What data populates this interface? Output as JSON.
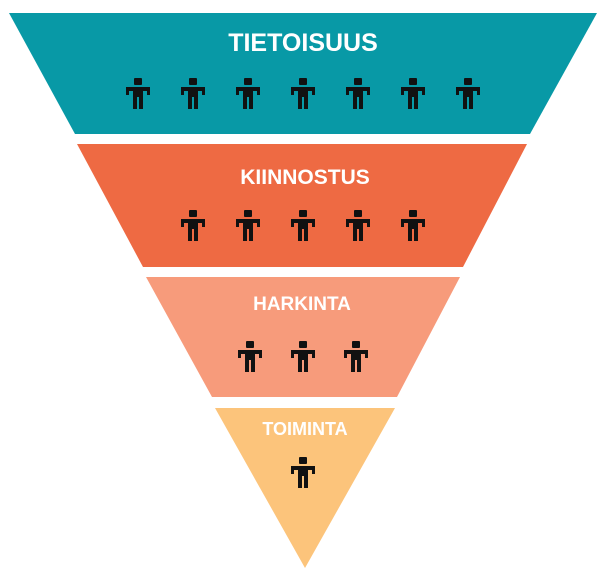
{
  "funnel": {
    "stages": [
      {
        "label": "TIETOISUUS",
        "people": 7,
        "color": "#0899a6"
      },
      {
        "label": "KIINNOSTUS",
        "people": 5,
        "color": "#ee6a43"
      },
      {
        "label": "HARKINTA",
        "people": 3,
        "color": "#f79b7b"
      },
      {
        "label": "TOIMINTA",
        "people": 1,
        "color": "#fcc47b"
      }
    ],
    "icon": "person-icon",
    "icon_color": "#111111"
  }
}
